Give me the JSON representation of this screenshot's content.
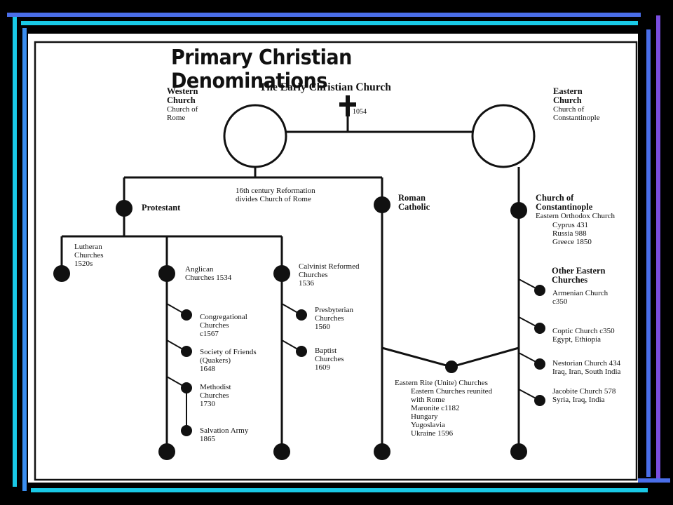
{
  "colors": {
    "background": "#000000",
    "frame_cyan": "#19c9e6",
    "frame_blue": "#4a6ee8",
    "frame_violet": "#7a4ee0",
    "panel": "#ffffff",
    "ink": "#111111"
  },
  "title": "Primary Christian Denominations",
  "subtitle": "The Early Christian Church",
  "cross": {
    "icon": "cross-icon",
    "year": "1054"
  },
  "west": {
    "head": "Western\nChurch",
    "sub": "Church of\nRome"
  },
  "east": {
    "head": "Eastern\nChurch",
    "sub": "Church of\nConstantinople"
  },
  "reformation": "16th century Reformation\ndivides Church of Rome",
  "protestant": "Protestant",
  "roman_catholic": "Roman\nCatholic",
  "constantinople": {
    "head": "Church of\nConstantinople",
    "sub": "Eastern Orthodox Church",
    "list": "Cyprus 431\nRussia 988\nGreece 1850"
  },
  "other_eastern": "Other Eastern\nChurches",
  "lutheran": "Lutheran\nChurches\n1520s",
  "anglican": "Anglican\nChurches 1534",
  "calvinist": "Calvinist Reformed\nChurches\n1536",
  "congregational": "Congregational\nChurches\nc1567",
  "friends": "Society of Friends\n(Quakers)\n1648",
  "methodist": "Methodist\nChurches\n1730",
  "salvation": "Salvation Army\n1865",
  "presbyterian": "Presbyterian\nChurches\n1560",
  "baptist": "Baptist\nChurches\n1609",
  "armenian": "Armenian Church\nc350",
  "coptic": "Coptic Church c350\nEgypt, Ethiopia",
  "nestorian": "Nestorian Church 434\nIraq, Iran, South India",
  "jacobite": "Jacobite Church 578\nSyria, Iraq, India",
  "eastern_rite": {
    "head": "Eastern Rite (Unite) Churches",
    "list": "Eastern Churches reunited\nwith Rome\nMaronite c1182\nHungary\nYugoslavia\nUkraine 1596"
  }
}
